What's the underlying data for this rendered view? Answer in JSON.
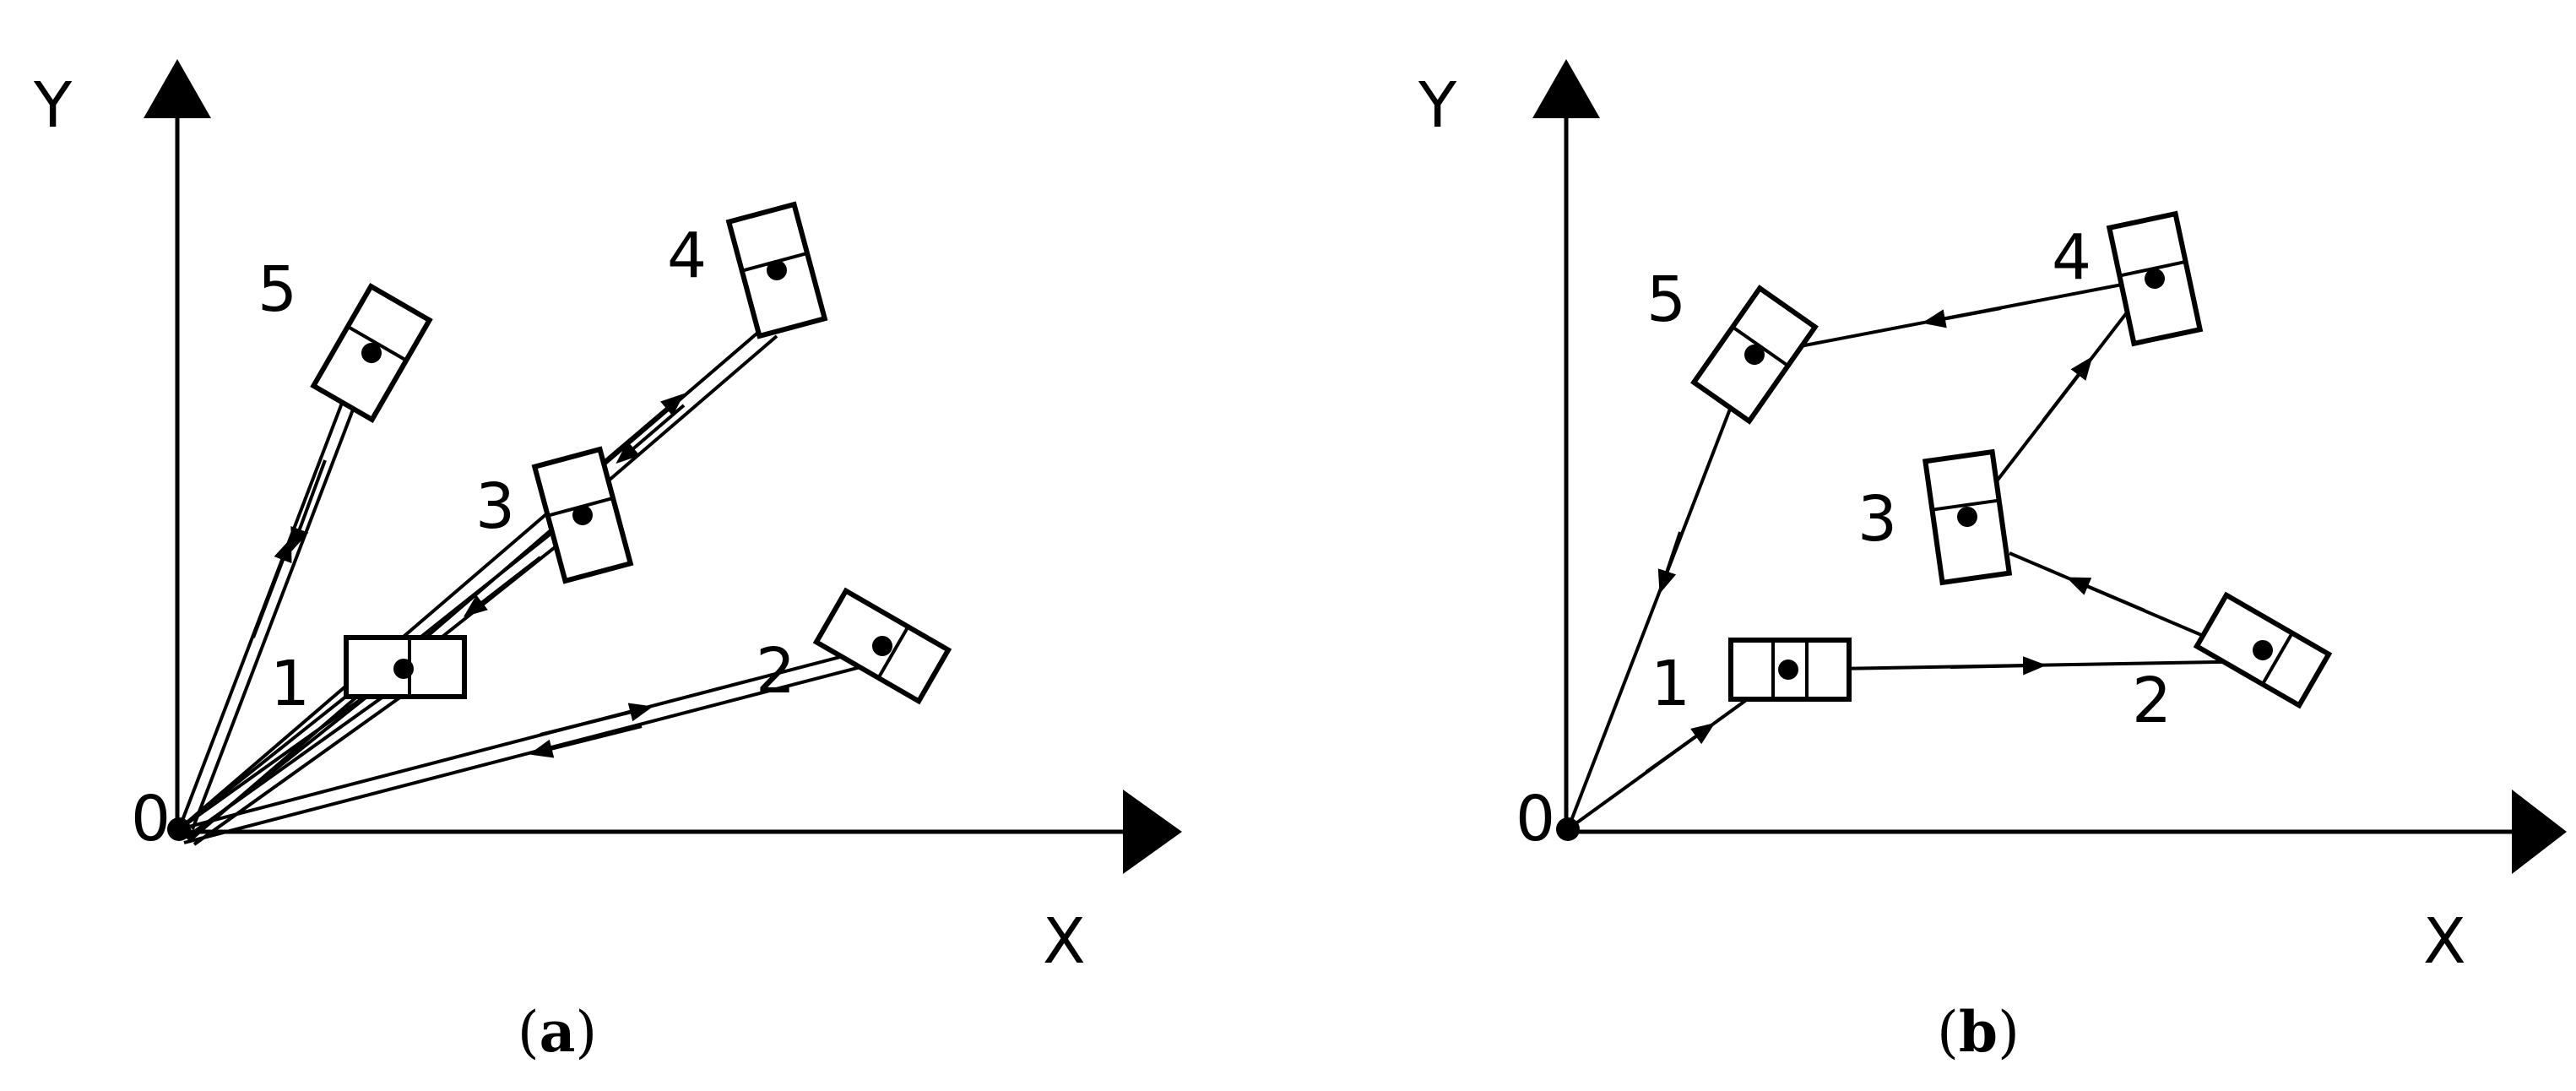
{
  "panels": [
    {
      "id": "a",
      "caption": {
        "open": "(",
        "letter": "a",
        "close": ")"
      },
      "axes": {
        "y": "Y",
        "x": "X",
        "origin": "0"
      },
      "points": [
        {
          "label": "1"
        },
        {
          "label": "2"
        },
        {
          "label": "3"
        },
        {
          "label": "4"
        },
        {
          "label": "5"
        }
      ],
      "path_description": "each point connected to origin 0 and back"
    },
    {
      "id": "b",
      "caption": {
        "open": "(",
        "letter": "b",
        "close": ")"
      },
      "axes": {
        "y": "Y",
        "x": "X",
        "origin": "0"
      },
      "points": [
        {
          "label": "1"
        },
        {
          "label": "2"
        },
        {
          "label": "3"
        },
        {
          "label": "4"
        },
        {
          "label": "5"
        }
      ],
      "route_order": [
        "0",
        "1",
        "2",
        "3",
        "4",
        "5",
        "0"
      ]
    }
  ]
}
